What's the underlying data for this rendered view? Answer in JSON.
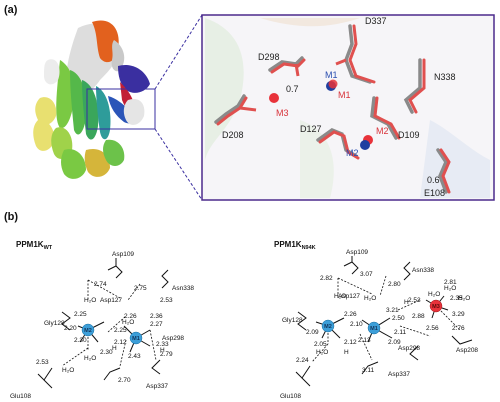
{
  "panel_a": {
    "label": "(a)",
    "zoom_labels": {
      "d298": "D298",
      "d337": "D337",
      "n338": "N338",
      "d208": "D208",
      "d127": "D127",
      "d109": "D109",
      "e108": "E108",
      "dist_top": "0.7",
      "dist_bottom": "0.6",
      "m1_wt": "M1",
      "m1_mut": "M1",
      "m2_wt": "M2",
      "m2_mut": "M2",
      "m3": "M3"
    }
  },
  "panel_b": {
    "label": "(b)",
    "wt": {
      "title": "PPM1K",
      "subscript": "WT",
      "ions": {
        "m1": "M1",
        "m2": "M2"
      },
      "residues": {
        "asp109": "Asp109",
        "asn338": "Asn338",
        "asp127": "Asp127",
        "gly128": "Gly128",
        "asp298": "Asp298",
        "glu108": "Glu108",
        "asp337": "Asp337"
      },
      "water": "H₂O",
      "h": "H",
      "distances": [
        "2.74",
        "2.75",
        "2.53",
        "2.25",
        "2.20",
        "2.30",
        "2.30",
        "2.12",
        "2.25",
        "2.26",
        "2.36",
        "2.27",
        "2.33",
        "2.79",
        "2.43",
        "2.70",
        "2.53"
      ]
    },
    "mut": {
      "title": "PPM1K",
      "subscript": "N94K",
      "ions": {
        "m1": "M1",
        "m2": "M2",
        "m3": "M3"
      },
      "residues": {
        "asp109": "Asp109",
        "asn338": "Asn338",
        "asp127": "Asp127",
        "gly128": "Gly128",
        "asp298": "Asp298",
        "asp208": "Asp208",
        "glu108": "Glu108",
        "asp337": "Asp337"
      },
      "water": "H₂O",
      "h": "H",
      "distances": [
        "2.82",
        "3.07",
        "2.80",
        "2.09",
        "2.26",
        "2.05",
        "2.10",
        "3.21",
        "2.53",
        "2.81",
        "2.35",
        "2.50",
        "2.88",
        "3.29",
        "2.56",
        "2.76",
        "2.13",
        "2.09",
        "2.11",
        "2.12",
        "2.24",
        "3.11"
      ]
    }
  },
  "colors": {
    "zoom_frame": "#4b2a8c",
    "wt_stick": "#8a8a8a",
    "mut_stick": "#e0504f",
    "m1_m2_ion": "#3c9ed8",
    "m3_ion": "#e8323a",
    "ion_blue_sphere": "#1f3fa0"
  }
}
